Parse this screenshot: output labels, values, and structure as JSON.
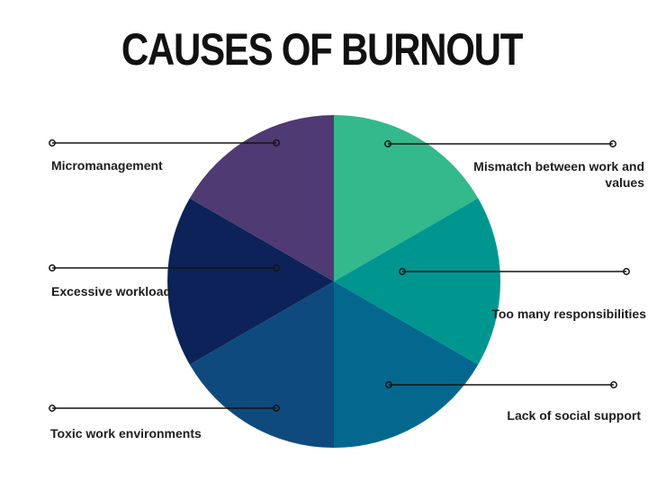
{
  "title": {
    "text": "CAUSES OF BURNOUT",
    "color": "#111111"
  },
  "chart_data": {
    "type": "pie",
    "title": "CAUSES OF BURNOUT",
    "values_shown": false,
    "start": "12 o'clock",
    "direction": "clockwise",
    "legend_position": "callout labels around pie",
    "slices": [
      {
        "label": "Mismatch between work and values",
        "value": 1,
        "fraction": 0.1667,
        "color": "#33B98B"
      },
      {
        "label": "Too many responsibilities",
        "value": 1,
        "fraction": 0.1667,
        "color": "#009690"
      },
      {
        "label": "Lack of social support",
        "value": 1,
        "fraction": 0.1667,
        "color": "#04688E"
      },
      {
        "label": "Toxic work environments",
        "value": 1,
        "fraction": 0.1667,
        "color": "#0F4A7E"
      },
      {
        "label": "Excessive workload",
        "value": 1,
        "fraction": 0.1667,
        "color": "#0C2258"
      },
      {
        "label": "Micromanagement",
        "value": 1,
        "fraction": 0.1667,
        "color": "#4F3A73"
      }
    ],
    "callout_line_color": "#141414",
    "label_text_color": "#1d1d1d",
    "background_color": "#ffffff"
  }
}
